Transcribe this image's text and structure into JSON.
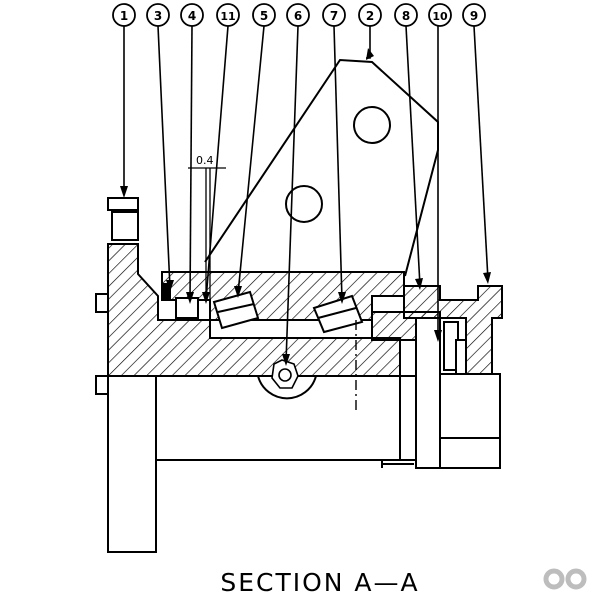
{
  "caption": "SECTION  A—A",
  "dimension": "0.4",
  "balloons": [
    {
      "id": "b1",
      "label": "1"
    },
    {
      "id": "b3",
      "label": "3"
    },
    {
      "id": "b4",
      "label": "4"
    },
    {
      "id": "b11",
      "label": "11"
    },
    {
      "id": "b5",
      "label": "5"
    },
    {
      "id": "b6",
      "label": "6"
    },
    {
      "id": "b7",
      "label": "7"
    },
    {
      "id": "b2",
      "label": "2"
    },
    {
      "id": "b8",
      "label": "8"
    },
    {
      "id": "b10",
      "label": "10"
    },
    {
      "id": "b9",
      "label": "9"
    }
  ],
  "colors": {
    "line": "#000000",
    "paper": "#ffffff",
    "watermark": "#bdbdbd"
  },
  "watermark_icon": "infinity-logo-icon"
}
